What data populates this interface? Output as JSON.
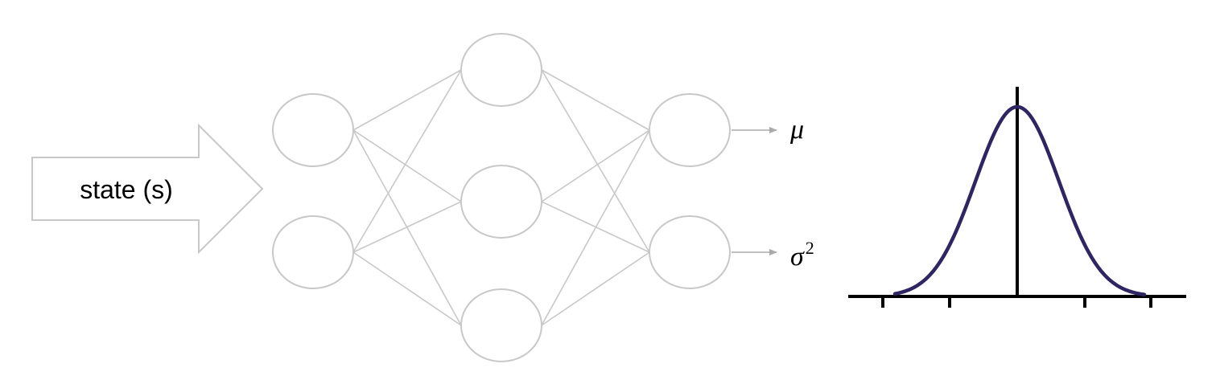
{
  "input": {
    "label": "state (s)"
  },
  "network": {
    "layer_sizes": [
      2,
      3,
      2
    ]
  },
  "outputs": [
    {
      "symbol": "μ",
      "superscript": ""
    },
    {
      "symbol": "σ",
      "superscript": "2"
    }
  ],
  "distribution": {
    "type": "gaussian",
    "tick_count": 4
  },
  "colors": {
    "network": "#c8c8c8",
    "curve": "#2e2563",
    "axis": "#000000",
    "background": "#ffffff"
  }
}
